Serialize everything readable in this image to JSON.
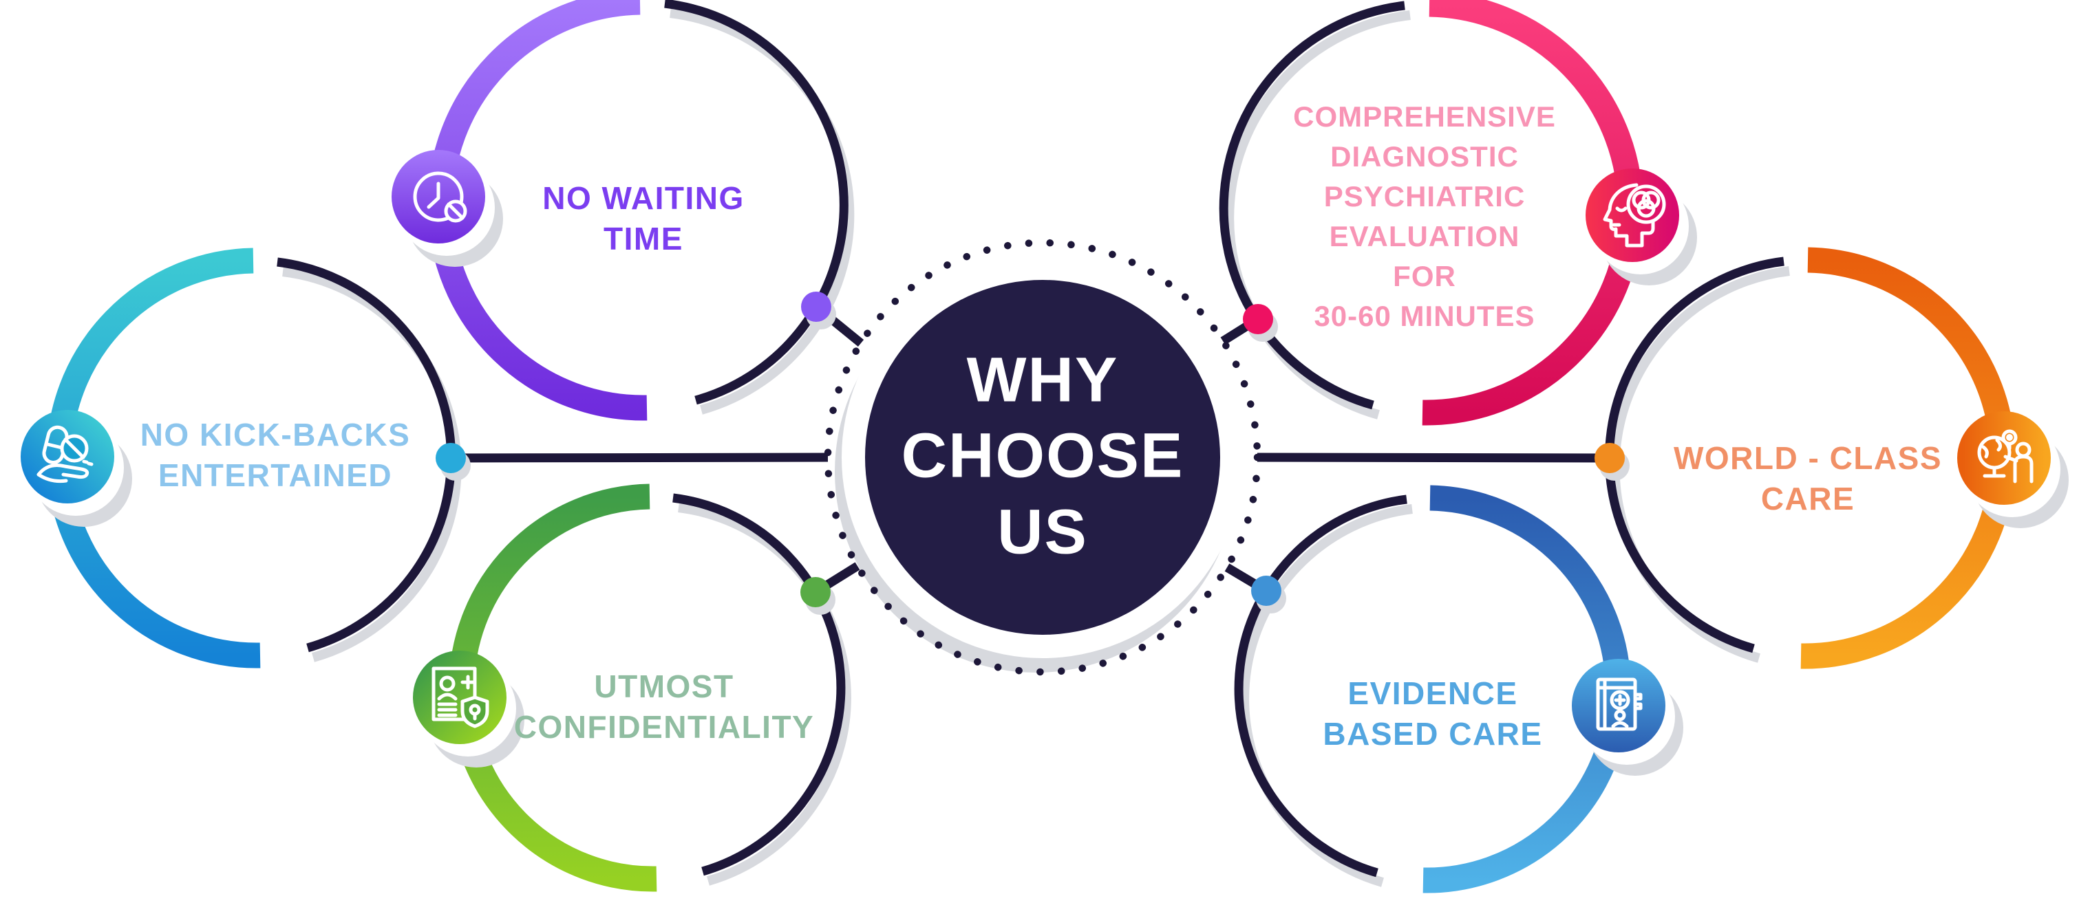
{
  "title": {
    "text": "WHY\nCHOOSE\nUS",
    "color": "#ffffff",
    "bg": "#231d45"
  },
  "colors": {
    "ring": "#1d1739",
    "shadow": "#d7d9de",
    "bg": "#ffffff"
  },
  "items": [
    {
      "name": "no-waiting-time",
      "label": "NO WAITING\nTIME",
      "text_color": "#7b3df0",
      "color_from": "#a478fb",
      "color_to": "#6f2bdd",
      "dot_color": "#8757f3",
      "icon": "no-waiting-clock-icon",
      "icon_mask": "#8a52ee"
    },
    {
      "name": "no-kick-backs-entertained",
      "label": "NO KICK-BACKS\nENTERTAINED",
      "text_color": "#8cc5ed",
      "color_from": "#3cc9d3",
      "color_to": "#1583d6",
      "dot_color": "#28aadb",
      "icon": "pills-hand-icon",
      "icon_mask": "#18a0d0"
    },
    {
      "name": "utmost-confidentiality",
      "label": "UTMOST\nCONFIDENTIALITY",
      "text_color": "#90bda1",
      "color_from": "#3f9d48",
      "color_to": "#96d123",
      "dot_color": "#58ab45",
      "icon": "confidential-record-icon",
      "icon_mask": "#55a83b"
    },
    {
      "name": "comprehensive-diagnostic-psychiatric-evaluation",
      "label": "COMPREHENSIVE\nDIAGNOSTIC\nPSYCHIATRIC\nEVALUATION\nFOR\n30-60 MINUTES",
      "text_color": "#f894b5",
      "color_from": "#fb3d7d",
      "color_to": "#d60a55",
      "dot_color": "#ee1162",
      "badge_from": "#f5304f",
      "badge_to": "#d80a6e",
      "icon": "psychiatric-head-icon"
    },
    {
      "name": "world-class-care",
      "label": "WORLD - CLASS\nCARE",
      "text_color": "#f19066",
      "color_from": "#e95f0d",
      "color_to": "#f8a61f",
      "dot_color": "#f18c1f",
      "icon": "globe-person-icon"
    },
    {
      "name": "evidence-based-care",
      "label": "EVIDENCE\nBASED CARE",
      "text_color": "#53a6e0",
      "color_from": "#2b5cb0",
      "color_to": "#4fb2e8",
      "dot_color": "#3f92d6",
      "icon": "evidence-book-icon"
    }
  ]
}
